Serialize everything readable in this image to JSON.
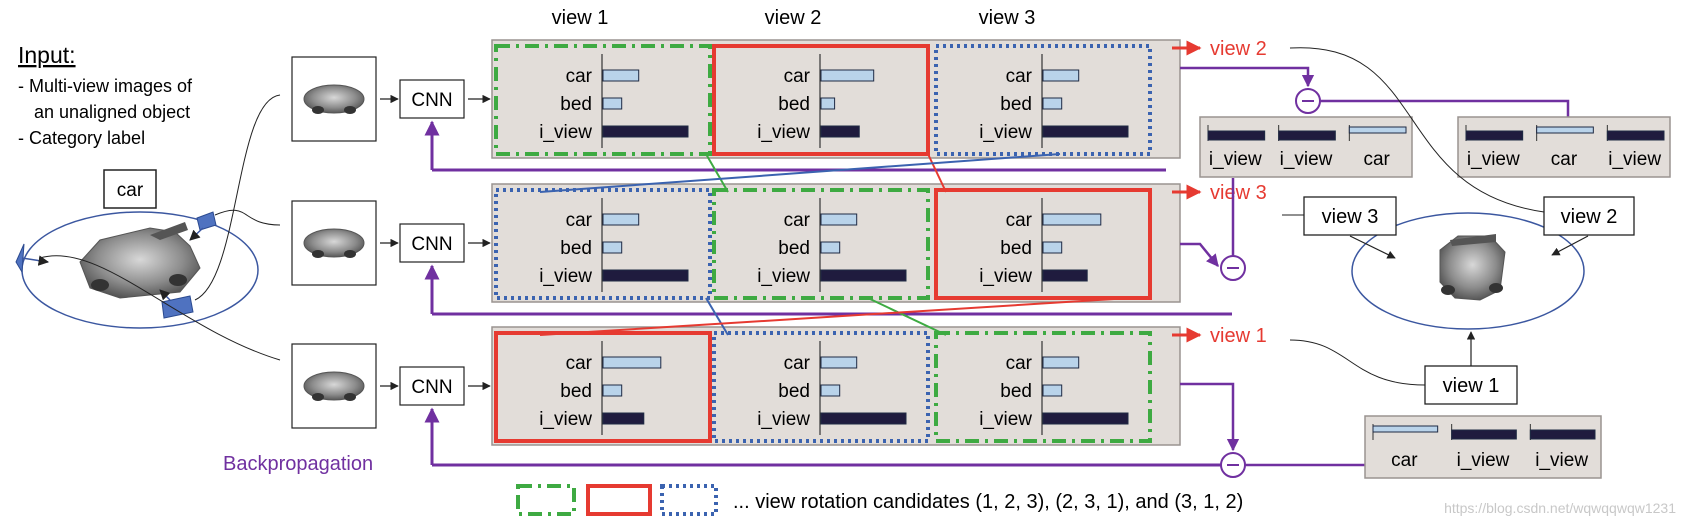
{
  "input": {
    "title": "Input:",
    "items": [
      "- Multi-view images of",
      "an unaligned object",
      "- Category label"
    ],
    "category_label": "car"
  },
  "cnn_label": "CNN",
  "backprop_label": "Backpropagation",
  "column_headers": [
    "view 1",
    "view 2",
    "view 3"
  ],
  "score_labels": [
    "car",
    "bed",
    "i_view"
  ],
  "rows": [
    {
      "cells": [
        {
          "bars": [
            0.42,
            0.22,
            1.0
          ]
        },
        {
          "bars": [
            0.62,
            0.16,
            0.45
          ]
        },
        {
          "bars": [
            0.42,
            0.22,
            1.0
          ]
        }
      ],
      "output_label": "view 2"
    },
    {
      "cells": [
        {
          "bars": [
            0.42,
            0.22,
            1.0
          ]
        },
        {
          "bars": [
            0.42,
            0.22,
            1.0
          ]
        },
        {
          "bars": [
            0.68,
            0.22,
            0.52
          ]
        }
      ],
      "output_label": "view 3"
    },
    {
      "cells": [
        {
          "bars": [
            0.68,
            0.22,
            0.48
          ]
        },
        {
          "bars": [
            0.42,
            0.22,
            1.0
          ]
        },
        {
          "bars": [
            0.42,
            0.22,
            1.0
          ]
        }
      ],
      "output_label": "view 1"
    }
  ],
  "loss_panels": [
    {
      "labels": [
        "i_view",
        "i_view",
        "car"
      ],
      "highlight": 2
    },
    {
      "labels": [
        "i_view",
        "car",
        "i_view"
      ],
      "highlight": 1
    },
    {
      "labels": [
        "car",
        "i_view",
        "i_view"
      ],
      "highlight": 0
    }
  ],
  "view_estimates": [
    "view 3",
    "view 2",
    "view 1"
  ],
  "legend_text": "... view rotation candidates (1, 2, 3), (2, 3, 1), and (3, 1, 2)",
  "watermark": "https://blog.csdn.net/wqwqqwqw1231",
  "colors": {
    "green": "#3eaa42",
    "red": "#e63a31",
    "blue": "#3b63b0",
    "purple": "#7030a0",
    "panel_fill": "#e2ddd9",
    "bar_light": "#b9d3ea",
    "bar_dark": "#1f1b3e"
  }
}
